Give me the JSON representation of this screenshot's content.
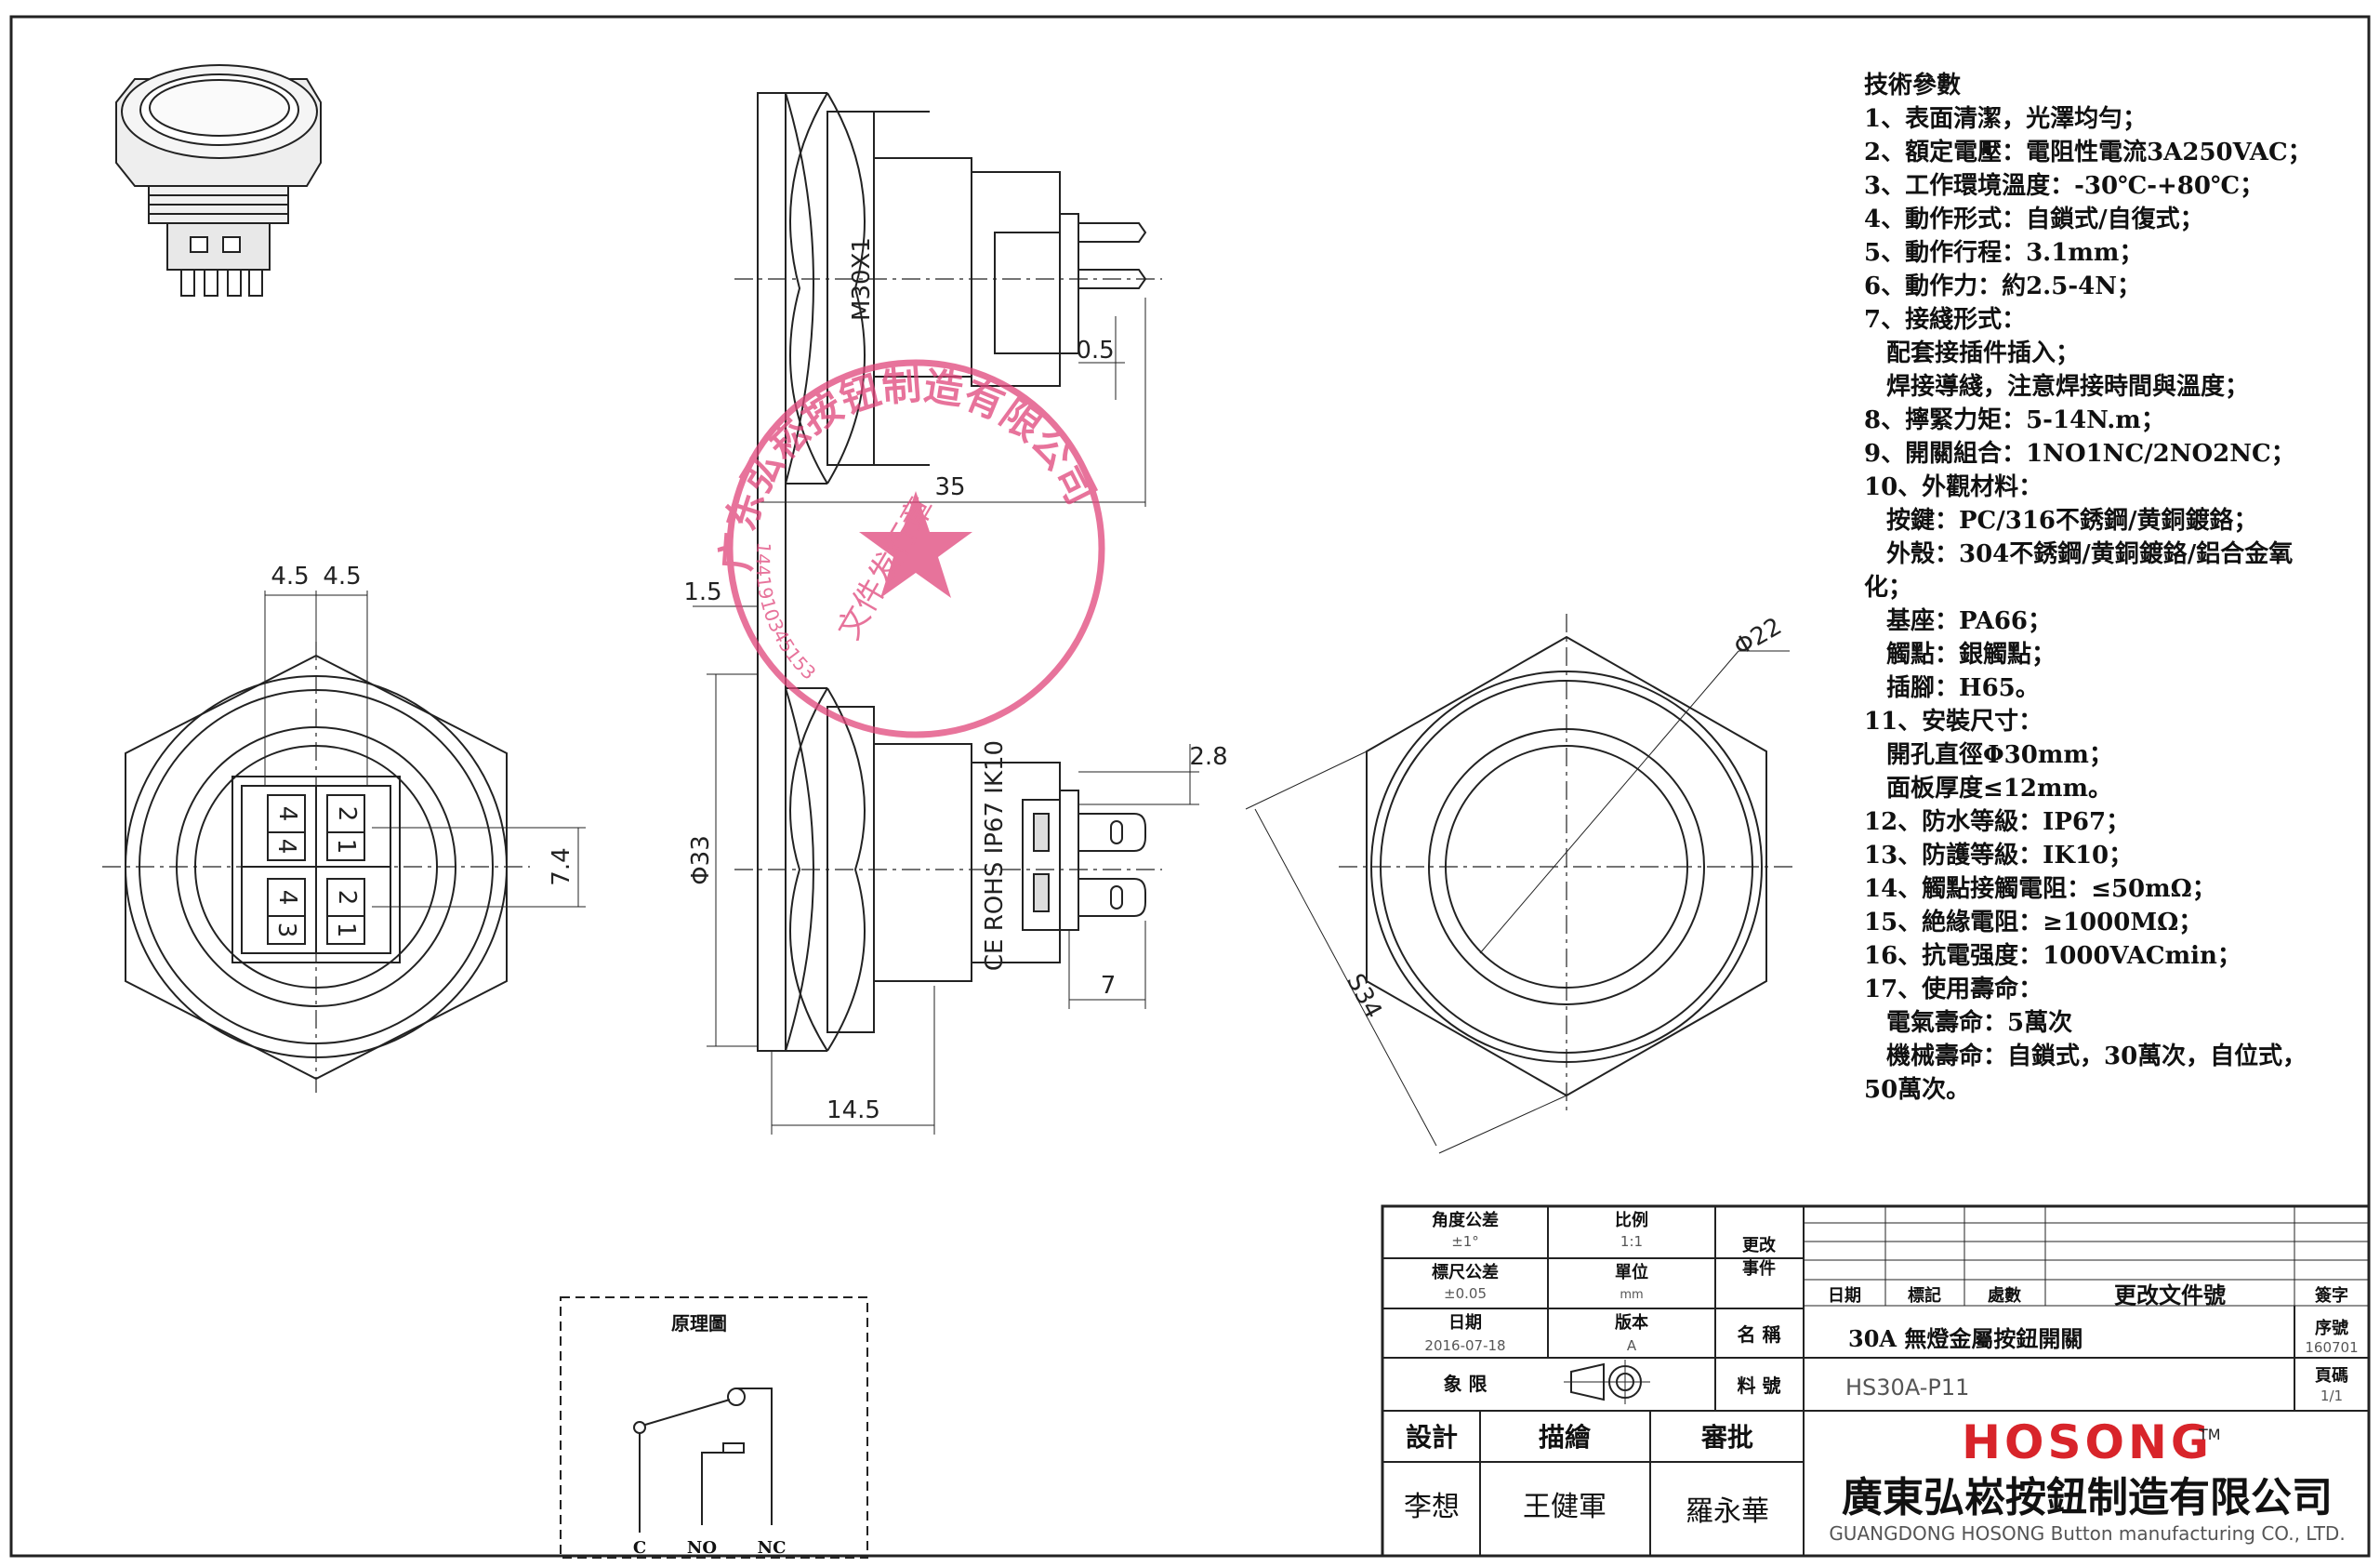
{
  "dimensions": {
    "d_4_5_a": "4.5",
    "d_4_5_b": "4.5",
    "d_7_4": "7.4",
    "d_m30": "M30X1",
    "d_0_5": "0.5",
    "d_35": "35",
    "d_1_5": "1.5",
    "d_33": "Φ33",
    "d_2_8": "2.8",
    "d_7": "7",
    "d_14_5": "14.5",
    "d_22": "Φ22",
    "d_s34": "S34"
  },
  "terminals": {
    "t1": "4",
    "t2": "2",
    "t3": "4",
    "t4": "1",
    "t5": "4",
    "t6": "2",
    "t7": "3",
    "t8": "1"
  },
  "part_marking": "CE ROHS IP67 IK10",
  "stamp": {
    "arc_text": "广东弘崧按钮制造有限公司",
    "center_text": "文件发行章",
    "number": "1441910345153"
  },
  "specs": {
    "title": "技術參數",
    "lines": [
      "1、表面清潔，光澤均勻；",
      "2、額定電壓：電阻性電流3A250VAC；",
      "3、工作環境溫度：-30℃-+80℃；",
      "4、動作形式：自鎖式/自復式；",
      "5、動作行程：3.1mm；",
      "6、動作力：約2.5-4N；",
      "7、接綫形式：",
      "   配套接插件插入；",
      "   焊接導綫，注意焊接時間與溫度；",
      "8、擰緊力矩：5-14N.m；",
      "9、開關組合：1NO1NC/2NO2NC；",
      "10、外觀材料：",
      "   按鍵：PC/316不銹鋼/黄銅鍍鉻；",
      "   外殼：304不銹鋼/黄銅鍍鉻/鋁合金氧",
      "化；",
      "   基座：PA66；",
      "   觸點：銀觸點；",
      "   插腳：H65。",
      "11、安裝尺寸：",
      "   開孔直徑Φ30mm；",
      "   面板厚度≤12mm。",
      "12、防水等級：IP67；",
      "13、防護等級：IK10；",
      "14、觸點接觸電阻：≤50mΩ；",
      "15、絶緣電阻：≥1000MΩ；",
      "16、抗電强度：1000VACmin；",
      "17、使用壽命：",
      "   電氣壽命：5萬次",
      "   機械壽命：自鎖式，30萬次，自位式，",
      "50萬次。"
    ]
  },
  "schematic": {
    "title": "原理圖",
    "c": "C",
    "no": "NO",
    "nc": "NC"
  },
  "title_block": {
    "angle_tol_label": "角度公差",
    "angle_tol_value": "±1°",
    "scale_label": "比例",
    "scale_value": "1:1",
    "change_label": "更改\n事件",
    "dim_tol_label": "標尺公差",
    "dim_tol_value": "±0.05",
    "unit_label": "單位",
    "unit_value": "mm",
    "date_label": "日期",
    "date_value": "2016-07-18",
    "version_label": "版本",
    "version_value": "A",
    "name_label": "名 稱",
    "name_value": "30A 無燈金屬按鈕開關",
    "projection_label": "象 限",
    "material_label": "料 號",
    "material_value": "HS30A-P11",
    "design_label": "設計",
    "draw_label": "描繪",
    "review_label": "審批",
    "designer": "李想",
    "drafter": "王健軍",
    "reviewer": "羅永華",
    "rev_date": "日期",
    "rev_mark": "標記",
    "rev_count": "處數",
    "rev_doc": "更改文件號",
    "rev_sign": "簽字",
    "serial_label": "序號",
    "serial_value": "160701",
    "page_label": "頁碼",
    "page_value": "1/1",
    "brand": "HOSONG",
    "tm": "TM",
    "company_cn": "廣東弘崧按鈕制造有限公司",
    "company_en": "GUANGDONG HOSONG Button manufacturing CO., LTD."
  }
}
